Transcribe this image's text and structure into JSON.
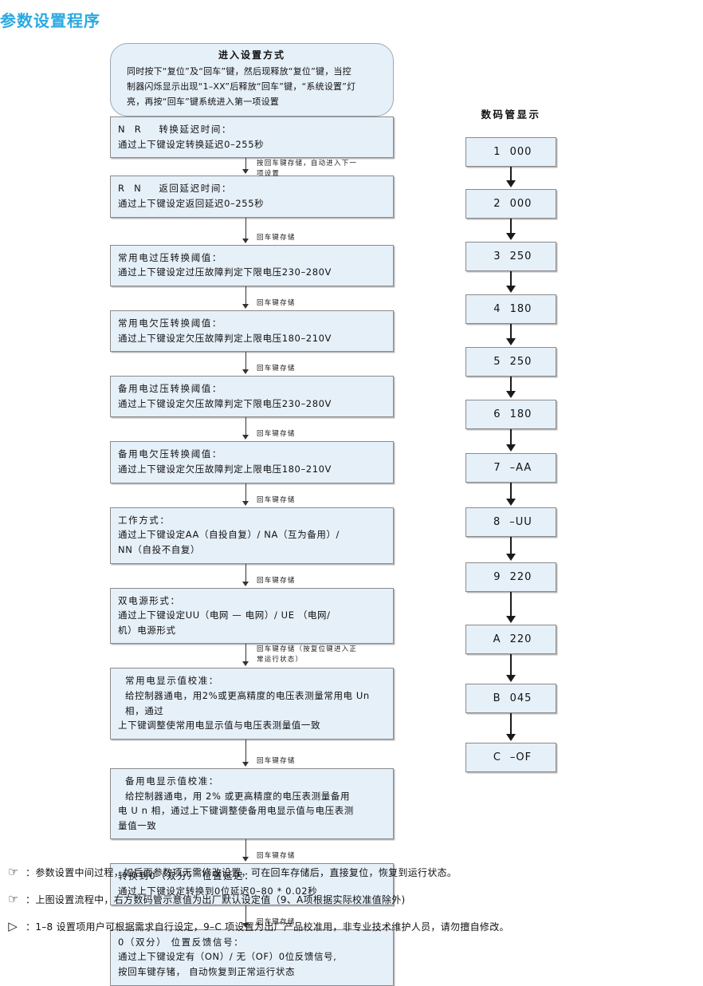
{
  "page": {
    "title": "参数设置程序",
    "title_color": "#2aa9e0",
    "box_fill": "#e6f0f9",
    "box_border": "#8a8a8a"
  },
  "flow": {
    "intro": {
      "heading": "进入设置方式",
      "lines": [
        "同时按下“复位”及“回车”键，然后现释放“复位”键，当控",
        "制器闪烁显示出现“1–XX”后释放“回车”键，“系统设置”灯",
        "亮，再按“回车”键系统进入第一项设置"
      ]
    },
    "steps": [
      {
        "line1": "N  R    转换延迟时间：",
        "line2": "通过上下键设定转换延迟0–255秒",
        "line3": "",
        "arrow_label": "按回车键存储，自动进入下一\n项设置"
      },
      {
        "line1": "R  N    返回延迟时间：",
        "line2": "通过上下键设定返回延迟0–255秒",
        "line3": "",
        "arrow_label": "回车键存储"
      },
      {
        "line1": "常用电过压转换阈值：",
        "line2": "通过上下键设定过压故障判定下限电压230–280V",
        "line3": "",
        "arrow_label": "回车键存储"
      },
      {
        "line1": "常用电欠压转换阈值：",
        "line2": "通过上下键设定欠压故障判定上限电压180–210V",
        "line3": "",
        "arrow_label": "回车键存储"
      },
      {
        "line1": "备用电过压转换阈值：",
        "line2": "通过上下键设定欠压故障判定下限电压230–280V",
        "line3": "",
        "arrow_label": "回车键存储"
      },
      {
        "line1": "备用电欠压转换阈值：",
        "line2": "通过上下键设定欠压故障判定上限电压180–210V",
        "line3": "",
        "arrow_label": "回车键存储"
      },
      {
        "line1": "工作方式：",
        "line2": "通过上下键设定AA（自投自复）/ NA（互为备用）/",
        "line3": "NN（自投不自复）",
        "arrow_label": "回车键存储"
      },
      {
        "line1": "双电源形式：",
        "line2": "通过上下键设定UU（电网 — 电网）/ UE （电网/",
        "line3": "机）电源形式",
        "arrow_label": "回车键存储（按复位键进入正\n常运行状态）"
      },
      {
        "line1": "常用电显示值校准：",
        "line2": "给控制器通电，用2%或更高精度的电压表测量常用电 Un 相，通过",
        "line3": "上下键调整使常用电显示值与电压表测量值一致",
        "arrow_label": "回车键存储"
      },
      {
        "line1": "备用电显示值校准：",
        "line2": "给控制器通电，用 2% 或更高精度的电压表测量备用",
        "line3": "电 U n 相，通过上下键调整使备用电显示值与电压表测\n量值一致",
        "arrow_label": "回车键存储"
      },
      {
        "line1": "转换到0（双分） 位置延迟：",
        "line2": "通过上下键设定转换到0位延迟0–80 * 0.02秒",
        "line3": "",
        "arrow_label": "回车键存储"
      },
      {
        "line1": "0（双分） 位置反馈信号：",
        "line2": "通过上下键设定有（ON）/ 无（OF）0位反馈信号,",
        "line3": "按回车键存锗， 自动恢复到正常运行状态",
        "arrow_label": ""
      }
    ]
  },
  "display": {
    "title": "数码管显示",
    "items": [
      {
        "code": "1",
        "value": "000"
      },
      {
        "code": "2",
        "value": "000"
      },
      {
        "code": "3",
        "value": "250"
      },
      {
        "code": "4",
        "value": "180"
      },
      {
        "code": "5",
        "value": "250"
      },
      {
        "code": "6",
        "value": "180"
      },
      {
        "code": "7",
        "value": "–AA"
      },
      {
        "code": "8",
        "value": "–UU"
      },
      {
        "code": "9",
        "value": "220"
      },
      {
        "code": "A",
        "value": "220"
      },
      {
        "code": "B",
        "value": "045"
      },
      {
        "code": "C",
        "value": "–OF"
      }
    ]
  },
  "notes": [
    {
      "icon": "pointing-hand-icon",
      "glyph": "☞",
      "colon": "：",
      "text": "参数设置中间过程，如后面参数项无需修改设置，可在回车存储后，直接复位，恢复到运行状态。"
    },
    {
      "icon": "pointing-hand-icon",
      "glyph": "☞",
      "colon": "：",
      "text": "上图设置流程中，右方数码管示意值为出厂默认设定值（9、A项根据实际校准值除外)"
    },
    {
      "icon": "speaker-icon",
      "glyph": "◁",
      "colon": "：",
      "text": "1–8 设置项用户可根据需求自行设定，9–C 项设置为出厂产品校准用，非专业技术维护人员，请勿擅自修改。"
    }
  ]
}
